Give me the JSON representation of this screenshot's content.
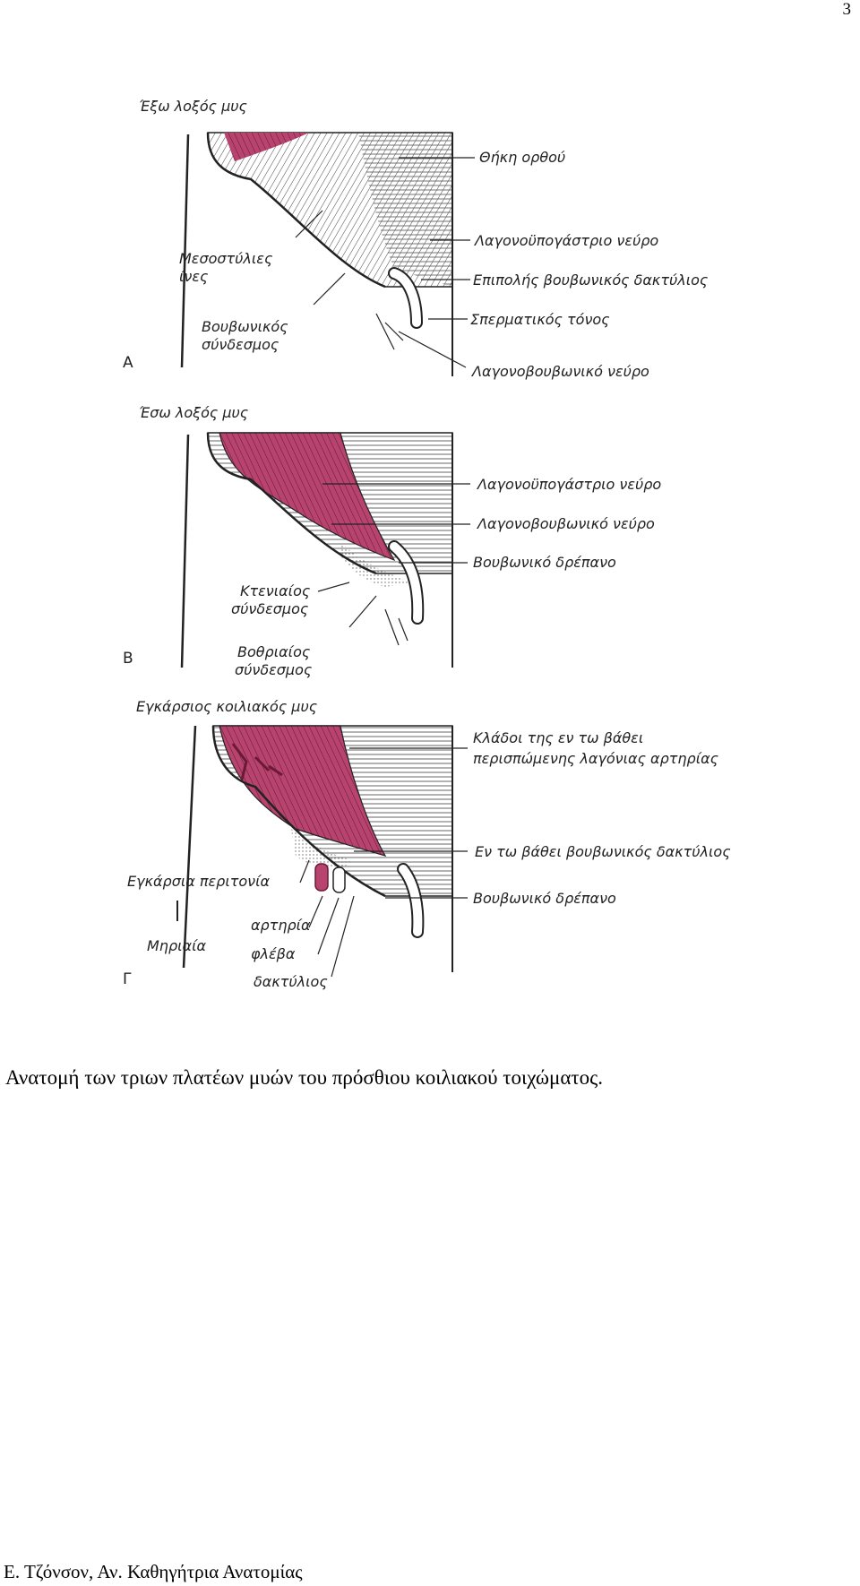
{
  "page_number": "3",
  "panels": [
    {
      "letter": "Α",
      "title": "Έξω λοξός μυς",
      "labels": [
        "Θήκη ορθού",
        "Λαγονοϋπογάστριο νεύρο",
        "Επιπολής βουβωνικός δακτύλιος",
        "Σπερματικός τόνος",
        "Λαγονοβουβωνικό νεύρο"
      ],
      "left_labels": [
        "Μεσοστύλιες",
        "ίνες",
        "Βουβωνικός",
        "σύνδεσμος"
      ]
    },
    {
      "letter": "Β",
      "title": "Έσω λοξός μυς",
      "labels": [
        "Λαγονοϋπογάστριο νεύρο",
        "Λαγονοβουβωνικό νεύρο",
        "Βουβωνικό δρέπανο"
      ],
      "left_labels": [
        "Κτενιαίος",
        "σύνδεσμος",
        "Βοθριαίος",
        "σύνδεσμος"
      ]
    },
    {
      "letter": "Γ",
      "title": "Εγκάρσιος κοιλιακός μυς",
      "labels": [
        "Κλάδοι της εν τω βάθει",
        "περισπώμενης λαγόνιας αρτηρίας",
        "Εν τω βάθει βουβωνικός δακτύλιος",
        "Βουβωνικό δρέπανο"
      ],
      "left_labels": [
        "Εγκάρσια περιτονία",
        "Μηριαία",
        "αρτηρία",
        "φλέβα",
        "δακτύλιος"
      ]
    }
  ],
  "caption": "Ανατομή των τριων πλατέων μυών του πρόσθιου κοιλιακού τοιχώματος.",
  "footer": "Ε. Τζόνσον, Αν. Καθηγήτρια Ανατομίας",
  "colors": {
    "muscle_highlight": "#b8436f",
    "line_art": "#222222"
  }
}
